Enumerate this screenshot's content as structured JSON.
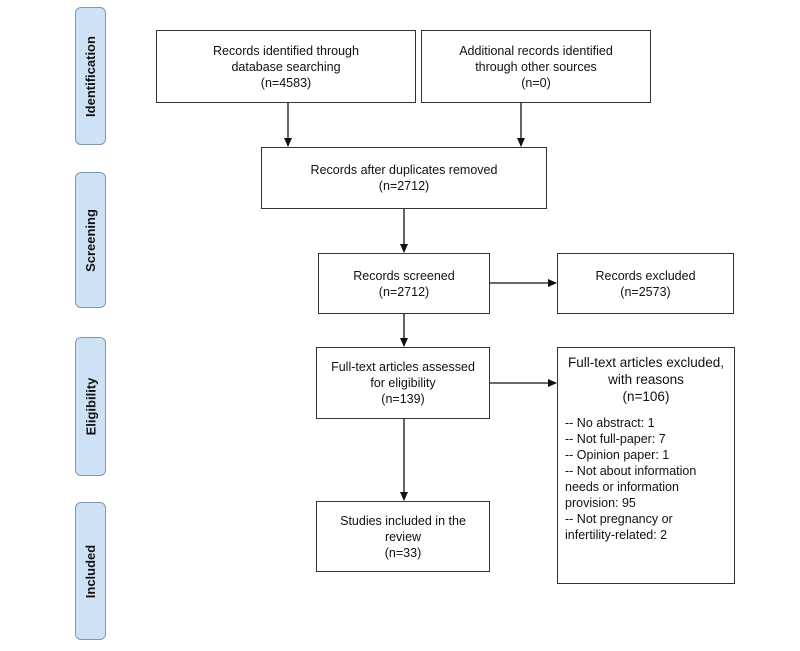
{
  "phases": {
    "identification": "Identification",
    "screening": "Screening",
    "eligibility": "Eligibility",
    "included": "Included"
  },
  "boxes": {
    "database_records": {
      "lines": [
        "Records identified through",
        "database searching",
        "(n=4583)"
      ]
    },
    "other_sources": {
      "lines": [
        "Additional records identified",
        "through other sources",
        "(n=0)"
      ]
    },
    "after_duplicates": {
      "lines": [
        "Records after duplicates removed",
        "(n=2712)"
      ]
    },
    "screened": {
      "lines": [
        "Records screened",
        "(n=2712)"
      ]
    },
    "excluded": {
      "lines": [
        "Records excluded",
        "(n=2573)"
      ]
    },
    "fulltext_assessed": {
      "lines": [
        "Full-text articles assessed",
        "for eligibility",
        "(n=139)"
      ]
    },
    "fulltext_excluded": {
      "header": [
        "Full-text articles excluded,",
        "with reasons",
        "(n=106)"
      ],
      "reasons": [
        "-- No abstract: 1",
        "-- Not full-paper: 7",
        "-- Opinion paper: 1",
        "-- Not about information",
        "needs or information",
        "provision: 95",
        "-- Not pregnancy or",
        "infertility-related: 2"
      ]
    },
    "included_studies": {
      "lines": [
        "Studies included in the",
        "review",
        "(n=33)"
      ]
    }
  }
}
